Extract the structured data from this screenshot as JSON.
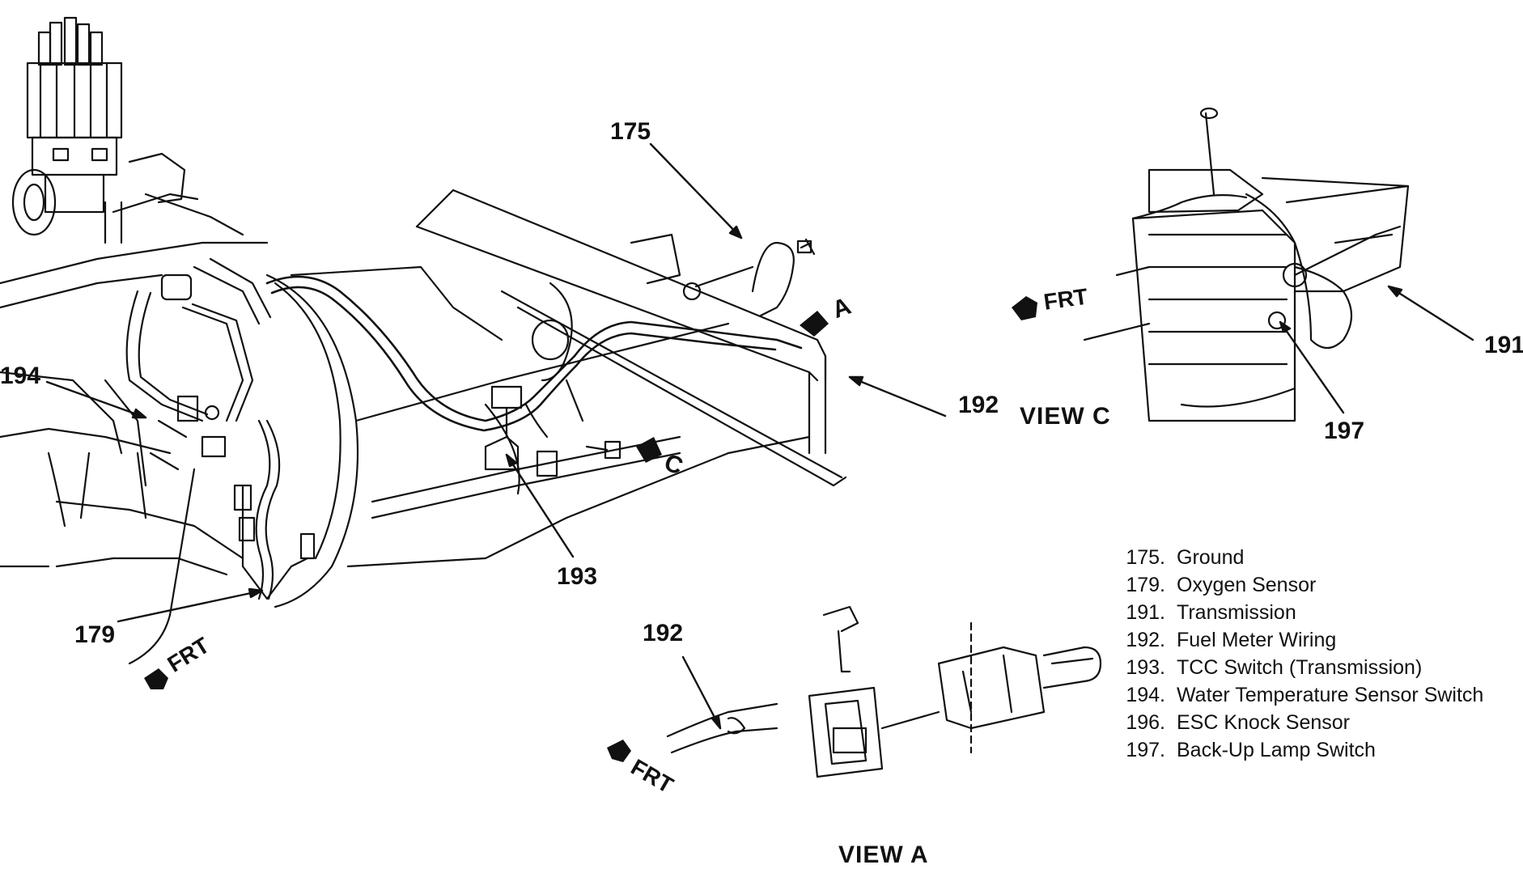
{
  "callouts": {
    "c175": "175",
    "c194": "194",
    "c192_main": "192",
    "c193": "193",
    "c179": "179",
    "c191": "191",
    "c197": "197",
    "c192_viewa": "192"
  },
  "direction_labels": {
    "frt": "FRT",
    "view_a_marker": "A",
    "view_c_marker": "C"
  },
  "view_titles": {
    "view_a": "VIEW A",
    "view_c": "VIEW C"
  },
  "legend": [
    {
      "num": "175.",
      "label": "Ground"
    },
    {
      "num": "179.",
      "label": "Oxygen Sensor"
    },
    {
      "num": "191.",
      "label": "Transmission"
    },
    {
      "num": "192.",
      "label": "Fuel Meter Wiring"
    },
    {
      "num": "193.",
      "label": "TCC Switch (Transmission)"
    },
    {
      "num": "194.",
      "label": "Water Temperature Sensor Switch"
    },
    {
      "num": "196.",
      "label": "ESC Knock Sensor"
    },
    {
      "num": "197.",
      "label": "Back-Up Lamp Switch"
    }
  ],
  "colors": {
    "ink": "#111111",
    "paper": "#ffffff"
  }
}
